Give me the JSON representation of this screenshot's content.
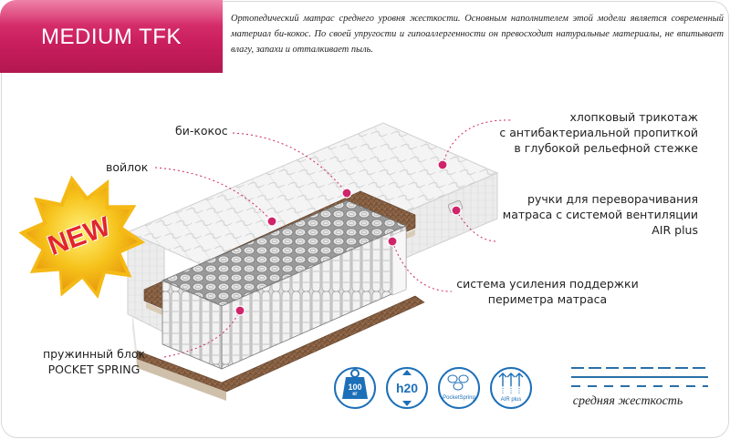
{
  "title": "MEDIUM TFK",
  "intro": "Ортопедический матрас среднего уровня жесткости. Основным наполнителем этой модели является современный материал би-кокос. По своей упругости и гипоаллергенности он превосходит натуральные материалы, не впитывает влагу, запахи и отталкивает пыль.",
  "badge_new": "NEW",
  "labels": {
    "bi_kokos": "би-кокос",
    "voilok": "войлок",
    "spring_block_line1": "пружинный блок",
    "spring_block_line2": "POCKET SPRING",
    "cotton_line1": "хлопковый трикотаж",
    "cotton_line2": "с антибактериальной пропиткой",
    "cotton_line3": "в глубокой рельефной стежке",
    "handles_line1": "ручки для переворачивания",
    "handles_line2": "матраса с системой вентиляции",
    "handles_line3": "AIR plus",
    "perimeter_line1": "система усиления поддержки",
    "perimeter_line2": "периметра матраса"
  },
  "icons": {
    "weight_value": "100",
    "weight_unit": "кг",
    "height_value": "h20",
    "pocket_label": "PocketSpring",
    "air_label": "AIR plus"
  },
  "stiffness_label": "средняя жесткость",
  "colors": {
    "accent_pink": "#d0246a",
    "icon_blue": "#1d6fb8",
    "stiffness_blue": "#2a6fa8"
  }
}
